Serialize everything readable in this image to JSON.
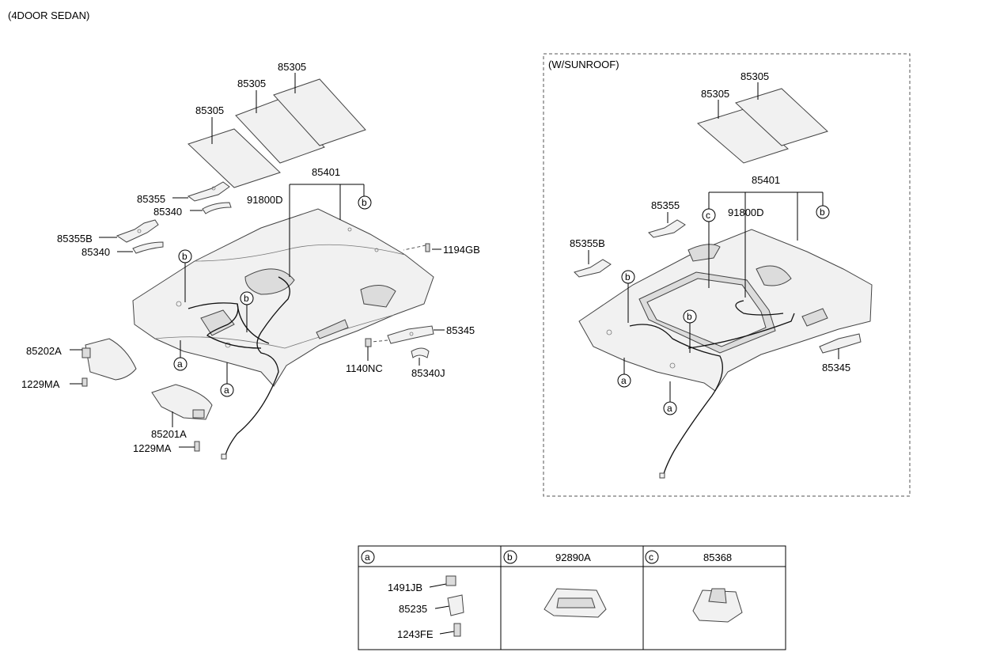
{
  "header": {
    "model": "(4DOOR SEDAN)"
  },
  "sunroof": {
    "title": "(W/SUNROOF)"
  },
  "main_labels": {
    "pad1": "85305",
    "pad2": "85305",
    "pad3": "85305",
    "headlining": "85401",
    "wiring": "91800D",
    "bracket_front": "85355",
    "handle_front": "85340",
    "bracket_rear": "85355B",
    "handle_rear": "85340",
    "screw_right": "1194GB",
    "visor_left": "85202A",
    "screw_visor_left": "1229MA",
    "visor_right": "85201A",
    "screw_visor_right": "1229MA",
    "bracket_right": "85345",
    "clip_right": "1140NC",
    "handle_right": "85340J"
  },
  "sunroof_labels": {
    "pad1": "85305",
    "pad2": "85305",
    "headlining": "85401",
    "wiring": "91800D",
    "bracket_front": "85355",
    "bracket_rear": "85355B",
    "bracket_right": "85345"
  },
  "callouts": {
    "a": "a",
    "b": "b",
    "c": "c"
  },
  "legend": {
    "a": {
      "letter": "a",
      "parts": [
        "1491JB",
        "85235",
        "1243FE"
      ]
    },
    "b": {
      "letter": "b",
      "part": "92890A"
    },
    "c": {
      "letter": "c",
      "part": "85368"
    }
  }
}
